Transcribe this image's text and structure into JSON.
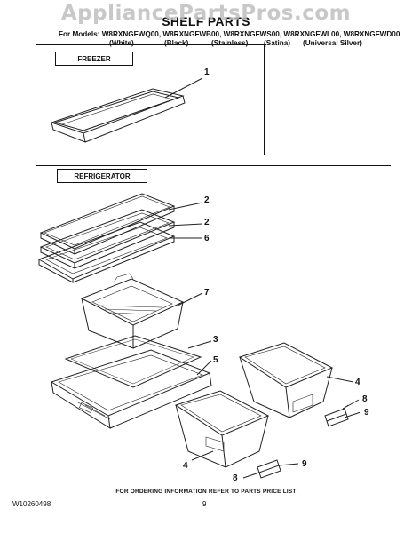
{
  "watermark": "AppliancePartsPros.com",
  "title": "SHELF PARTS",
  "models": {
    "prefix": "For Models:",
    "numbers": "W8RXNGFWQ00, W8RXNGFWB00, W8RXNGFWS00, W8RXNGFWL00, W8RXNGFWD00",
    "colors": [
      "(White)",
      "(Black)",
      "(Stainless)",
      "(Satina)",
      "(Universal Silver)"
    ]
  },
  "sections": {
    "freezer": "FREEZER",
    "refrigerator": "REFRIGERATOR"
  },
  "callouts": [
    "1",
    "2",
    "2",
    "6",
    "7",
    "3",
    "5",
    "4",
    "8",
    "9",
    "4",
    "8",
    "9"
  ],
  "footer": {
    "note": "FOR ORDERING INFORMATION REFER TO PARTS PRICE LIST",
    "doc_number": "W10260498",
    "page": "9"
  }
}
